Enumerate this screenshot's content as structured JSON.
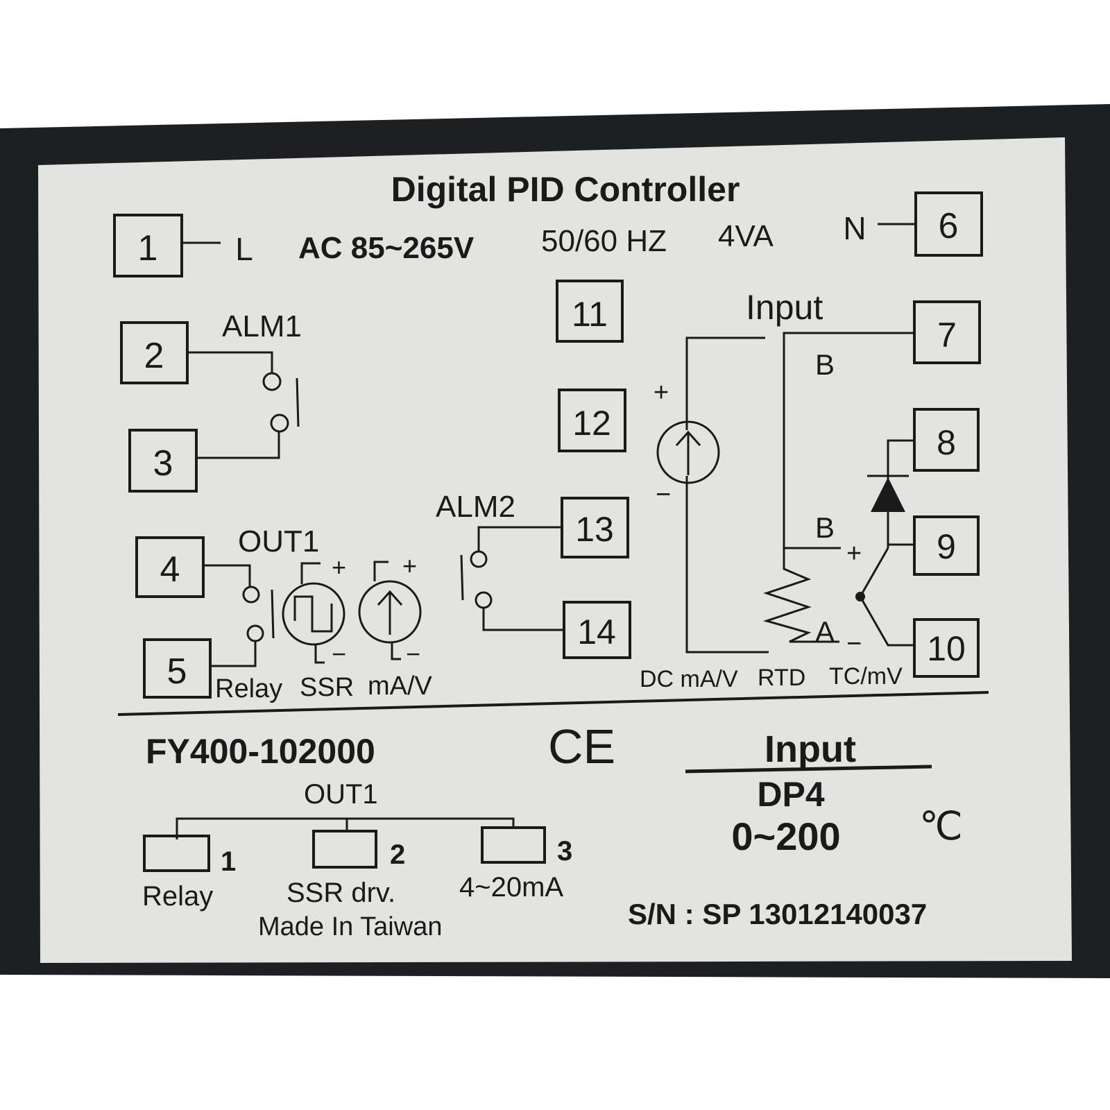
{
  "label": {
    "title": "Digital PID Controller",
    "power": {
      "l": "L",
      "n": "N",
      "spec": "AC 85~265V",
      "freq": "50/60 HZ",
      "va": "4VA"
    },
    "terminals": [
      "1",
      "2",
      "3",
      "4",
      "5",
      "6",
      "7",
      "8",
      "9",
      "10",
      "11",
      "12",
      "13",
      "14"
    ],
    "alm1": "ALM1",
    "alm2": "ALM2",
    "out1": "OUT1",
    "out_types": {
      "relay": "Relay",
      "ssr": "SSR",
      "ma": "mA/V"
    },
    "plus": "+",
    "minus": "−",
    "input_heading": "Input",
    "input_labels": {
      "b1": "B",
      "b2": "B",
      "a": "A",
      "dc": "DC mA/V",
      "rtd": "RTD",
      "tc": "TC/mV"
    },
    "model": "FY400-102000",
    "ce_mark": "CE",
    "out1_code": {
      "title": "OUT1",
      "options": [
        {
          "num": "1",
          "label": "Relay"
        },
        {
          "num": "2",
          "label": "SSR drv."
        },
        {
          "num": "3",
          "label": "4~20mA"
        }
      ]
    },
    "origin": "Made In Taiwan",
    "input_spec": {
      "heading": "Input",
      "type": "DP4",
      "range": "0~200",
      "unit": "℃"
    },
    "serial": "S/N : SP 13012140037"
  }
}
